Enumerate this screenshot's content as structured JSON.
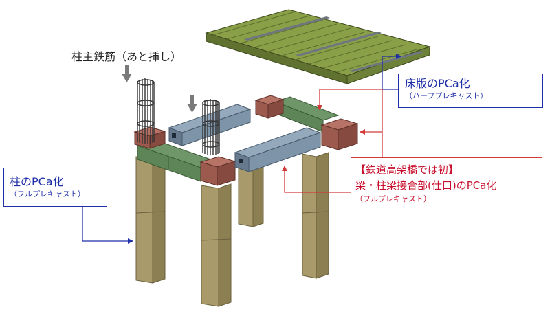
{
  "labels": {
    "rebar": "柱主鉄筋（あと挿し）",
    "slab_main": "床版のPCa化",
    "slab_sub": "（ハーフプレキャスト）",
    "column_main": "柱のPCa化",
    "column_sub": "（フルプレキャスト）",
    "joint_head": "【鉄道高架橋では初】",
    "joint_main": "梁・柱梁接合部(仕口)のPCa化",
    "joint_sub": "（フルプレキャスト）"
  },
  "colors": {
    "callout_blue": "#1f2fa8",
    "callout_red": "#d23a3a",
    "column": "#a89a6a",
    "beam_green": "#5e8558",
    "joint_brown": "#9c5a4e",
    "beam_blue": "#7e94a8",
    "slab": "#8aa048"
  }
}
